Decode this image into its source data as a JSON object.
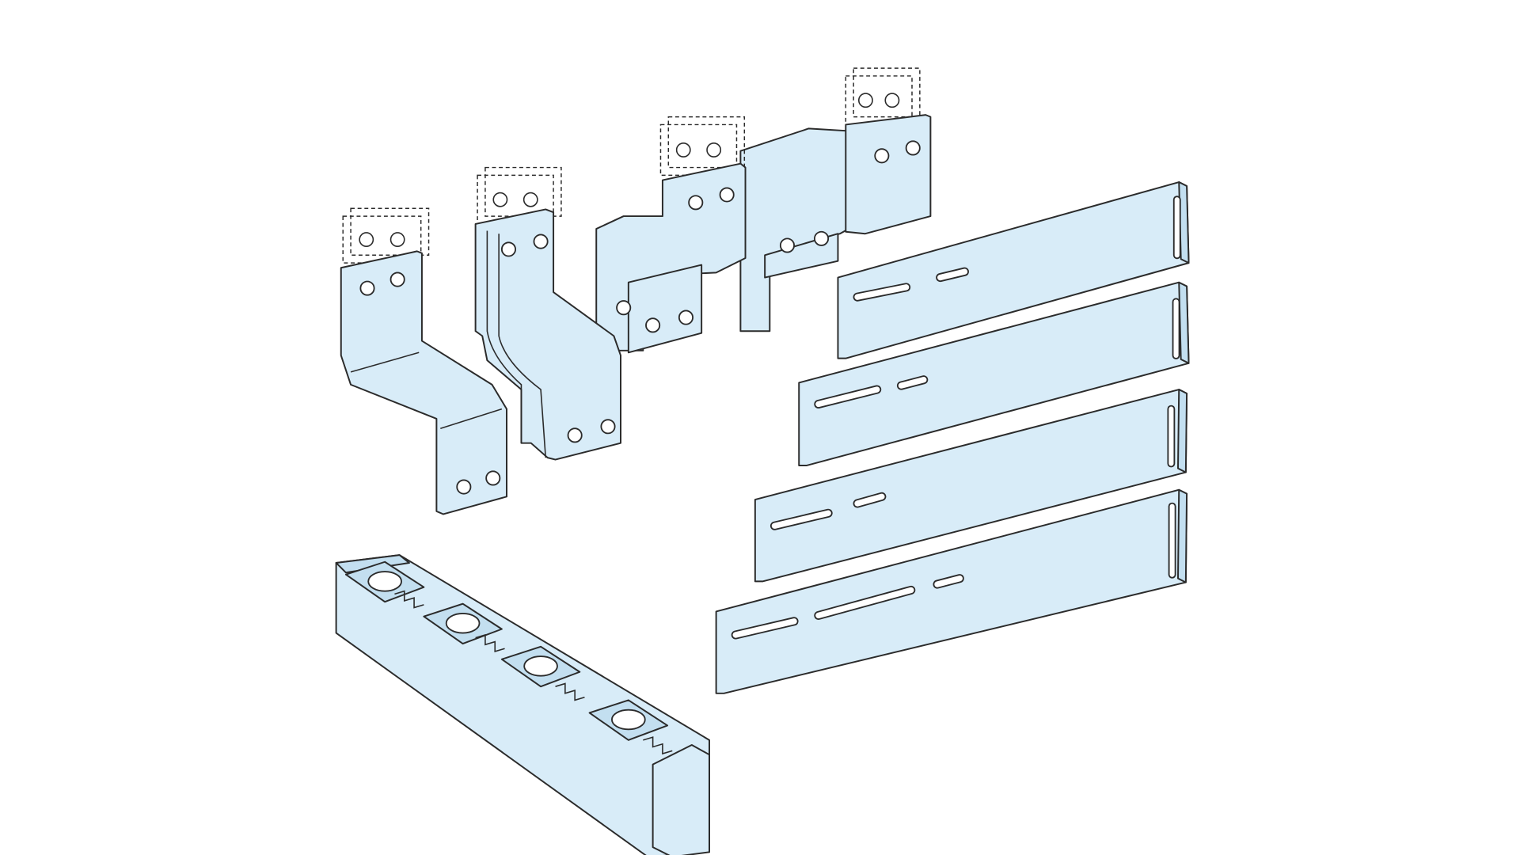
{
  "illustration": {
    "colors": {
      "background": "#ffffff",
      "part_fill": "#d8ecf8",
      "part_side": "#c3dff0",
      "outline": "#2b2b2b"
    },
    "parts": [
      "busbar-connector-1",
      "busbar-connector-2",
      "busbar-connector-3",
      "busbar-connector-4",
      "mounting-plate-1",
      "mounting-plate-2",
      "mounting-plate-3",
      "mounting-plate-4",
      "busbar-support-insulator"
    ]
  }
}
